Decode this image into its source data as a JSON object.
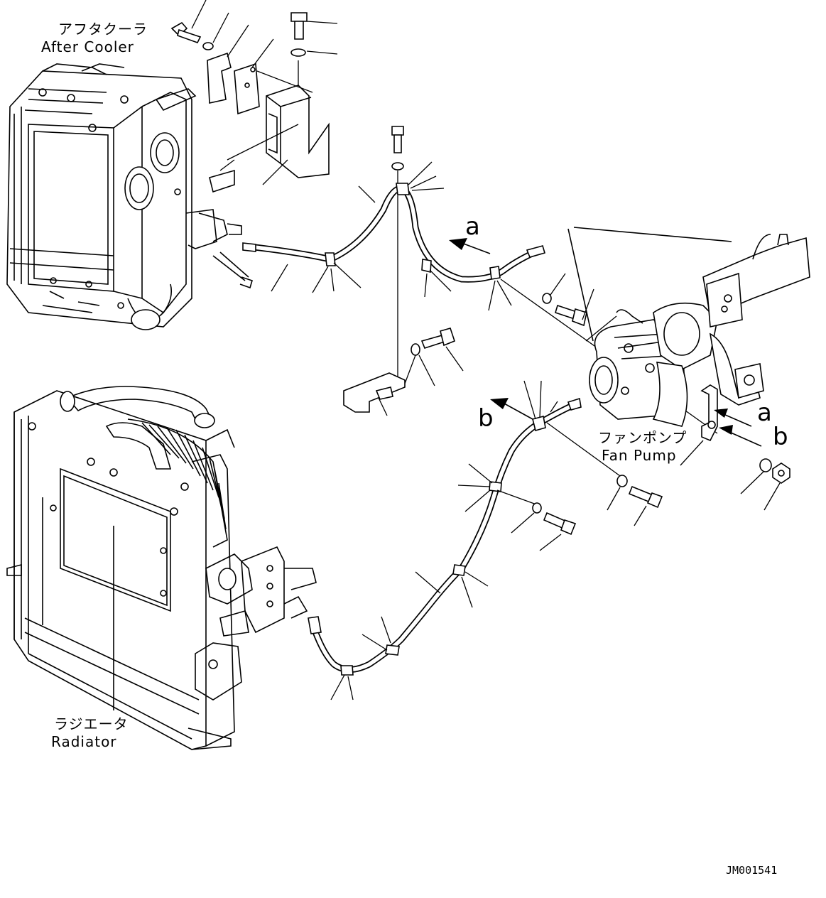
{
  "labels": {
    "after_cooler_jp": "アフタクーラ",
    "after_cooler_en": "After Cooler",
    "fan_pump_jp": "ファンポンプ",
    "fan_pump_en": "Fan Pump",
    "radiator_jp": "ラジエータ",
    "radiator_en": "Radiator",
    "view_a": "a",
    "view_b": "b",
    "view_a2": "a",
    "view_b2": "b",
    "drawing_code": "JM001541"
  }
}
